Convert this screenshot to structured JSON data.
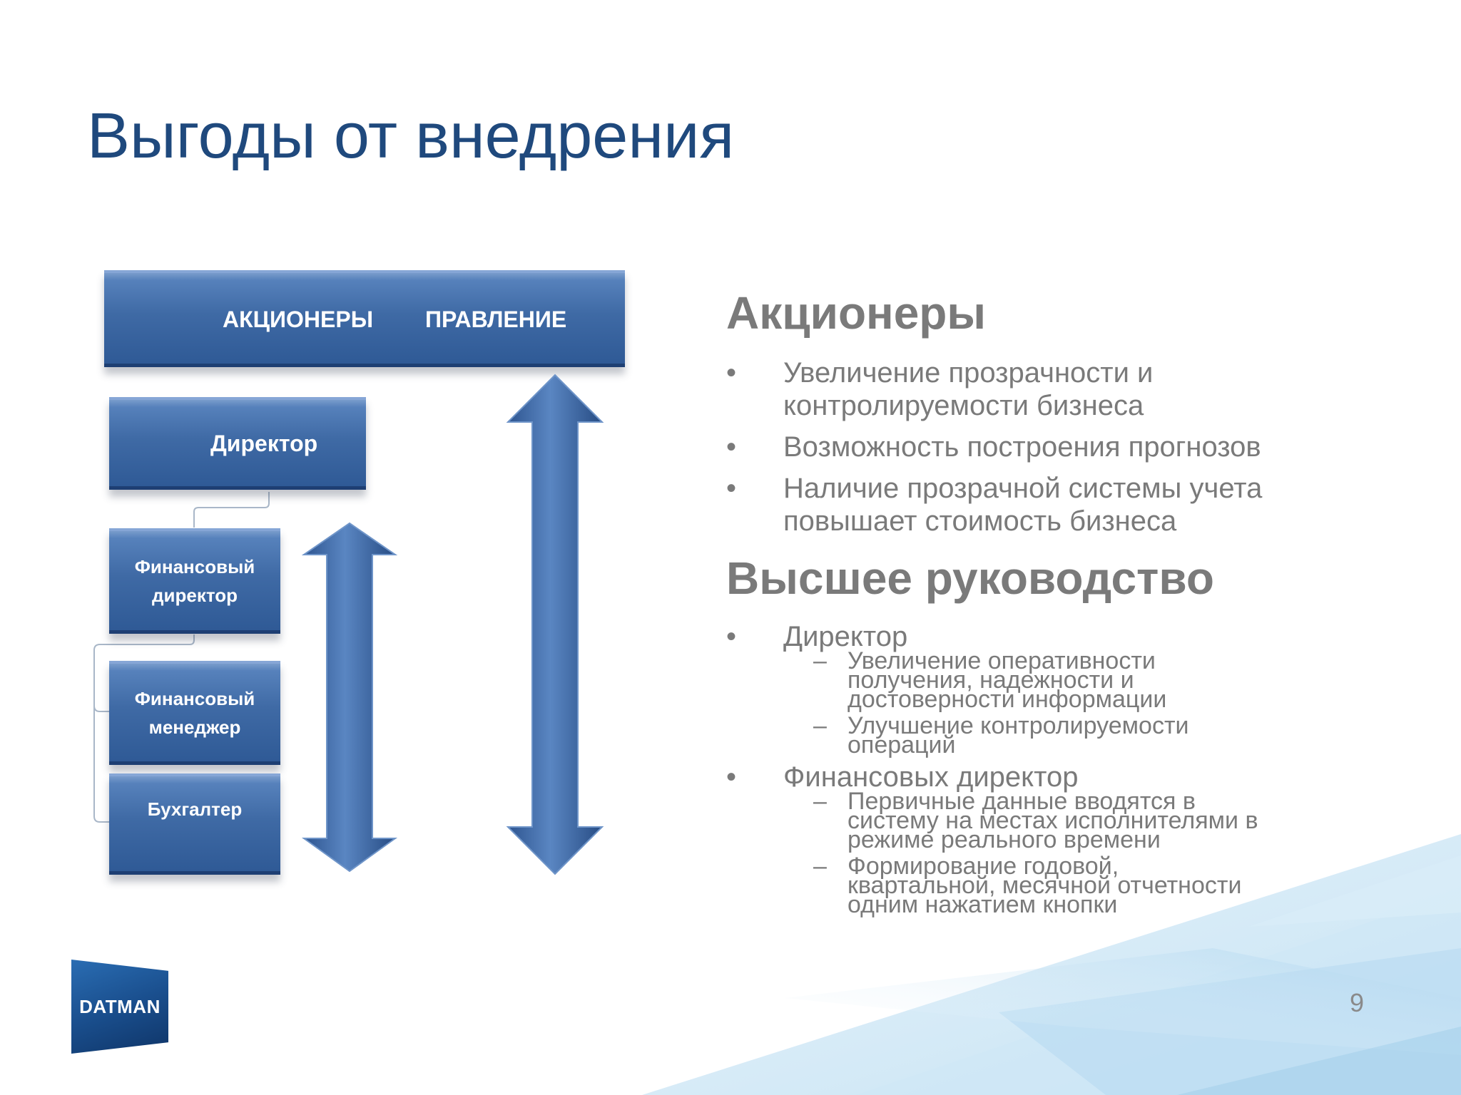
{
  "title": "Выгоды от внедрения",
  "org_chart": {
    "top_box": {
      "label_left": "АКЦИОНЕРЫ",
      "label_right": "ПРАВЛЕНИЕ"
    },
    "director": "Директор",
    "financial_director": {
      "line1": "Финансовый",
      "line2": "директор"
    },
    "financial_manager": {
      "line1": "Финансовый",
      "line2": "менеджер"
    },
    "accountant": "Бухгалтер"
  },
  "shareholders": {
    "heading": "Акционеры",
    "bullets": [
      {
        "line1": "Увеличение прозрачности и",
        "line2": "контролируемости бизнеса"
      },
      {
        "line1": "Возможность построения прогнозов"
      },
      {
        "line1": "Наличие прозрачной системы учета",
        "line2": "повышает стоимость бизнеса"
      }
    ]
  },
  "management": {
    "heading": "Высшее руководство",
    "items": [
      {
        "label": "Директор",
        "subitems": [
          {
            "line1": "Увеличение оперативности",
            "line2": "получения, надежности и",
            "line3": "достоверности информации"
          },
          {
            "line1": "Улучшение контролируемости",
            "line2": "операций"
          }
        ]
      },
      {
        "label": "Финансовых директор",
        "subitems": [
          {
            "line1": "Первичные данные вводятся в",
            "line2": "систему на местах исполнителями в",
            "line3": "режиме реального времени"
          },
          {
            "line1": "Формирование годовой,",
            "line2": "квартальной, месячной отчетности",
            "line3": "одним нажатием кнопки"
          }
        ]
      }
    ]
  },
  "logo_text": "DATMAN",
  "page_number": "9",
  "colors": {
    "title": "#1f497d",
    "box": "#3f6aa5",
    "body_text": "#7a7a7a",
    "decor": "#c9e4f4"
  }
}
